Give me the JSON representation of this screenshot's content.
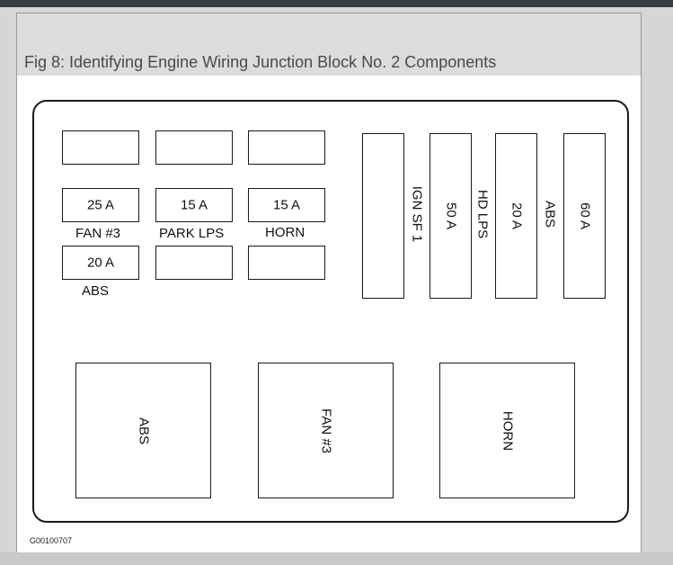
{
  "caption": "Fig 8: Identifying Engine Wiring Junction Block No. 2 Components",
  "figure_code": "G00100707",
  "fuses": {
    "fan3_value": "25 A",
    "fan3_name": "FAN #3",
    "park_value": "15 A",
    "park_name": "PARK LPS",
    "horn_value": "15 A",
    "horn_name": "HORN",
    "abs_value": "20 A",
    "abs_name": "ABS"
  },
  "tall_fuses": {
    "ign_name": "IGN SF 1",
    "hd_value": "50 A",
    "hd_name": "HD LPS",
    "abs_value": "20 A",
    "abs_name": "ABS",
    "sixty_value": "60 A"
  },
  "relays": {
    "abs": "ABS",
    "fan3": "FAN #3",
    "horn": "HORN"
  }
}
